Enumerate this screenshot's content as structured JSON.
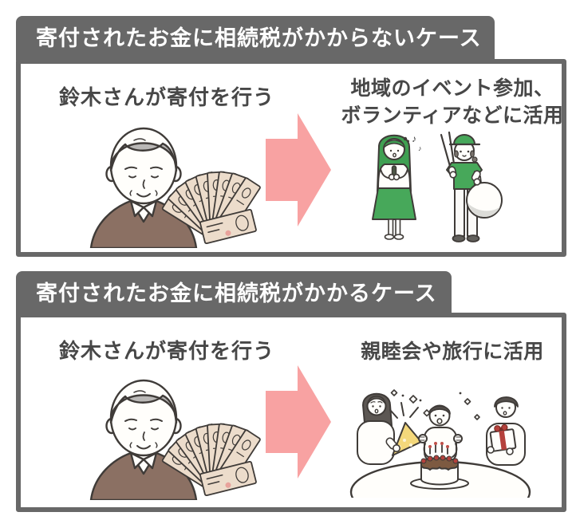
{
  "figure": {
    "cases": [
      {
        "header": "寄付されたお金に相続税がかからないケース",
        "donor_label": "鈴木さんが寄付を行う",
        "use_label_line1": "地域のイベント参加、",
        "use_label_line2": "ボランティアなどに活用",
        "use_illustration": "singer-and-litter-picking-volunteers"
      },
      {
        "header": "寄付されたお金に相続税がかかるケース",
        "donor_label": "鈴木さんが寄付を行う",
        "use_label_line1": "親睦会や旅行に活用",
        "use_label_line2": "",
        "use_illustration": "party-with-cake-popper-and-gift"
      }
    ],
    "donor_illustration": "elderly-man-with-fan-of-banknotes",
    "decor": {
      "music_note_1": "♪",
      "music_note_2": "♪"
    },
    "colors": {
      "frame_gray": "#686868",
      "header_text": "#ffffff",
      "label_text": "#474747",
      "arrow_pink": "#f8a2a2",
      "green": "#47a85a",
      "hair_green": "#3fa052",
      "sweater_brown": "#8b7063",
      "hair_gray": "#bab8b6",
      "banknote_beige": "#ecdccb",
      "popper_yellow": "#f4d87b",
      "ribbon_red": "#b5413c",
      "cake_top_brown": "#7d5a41"
    }
  }
}
